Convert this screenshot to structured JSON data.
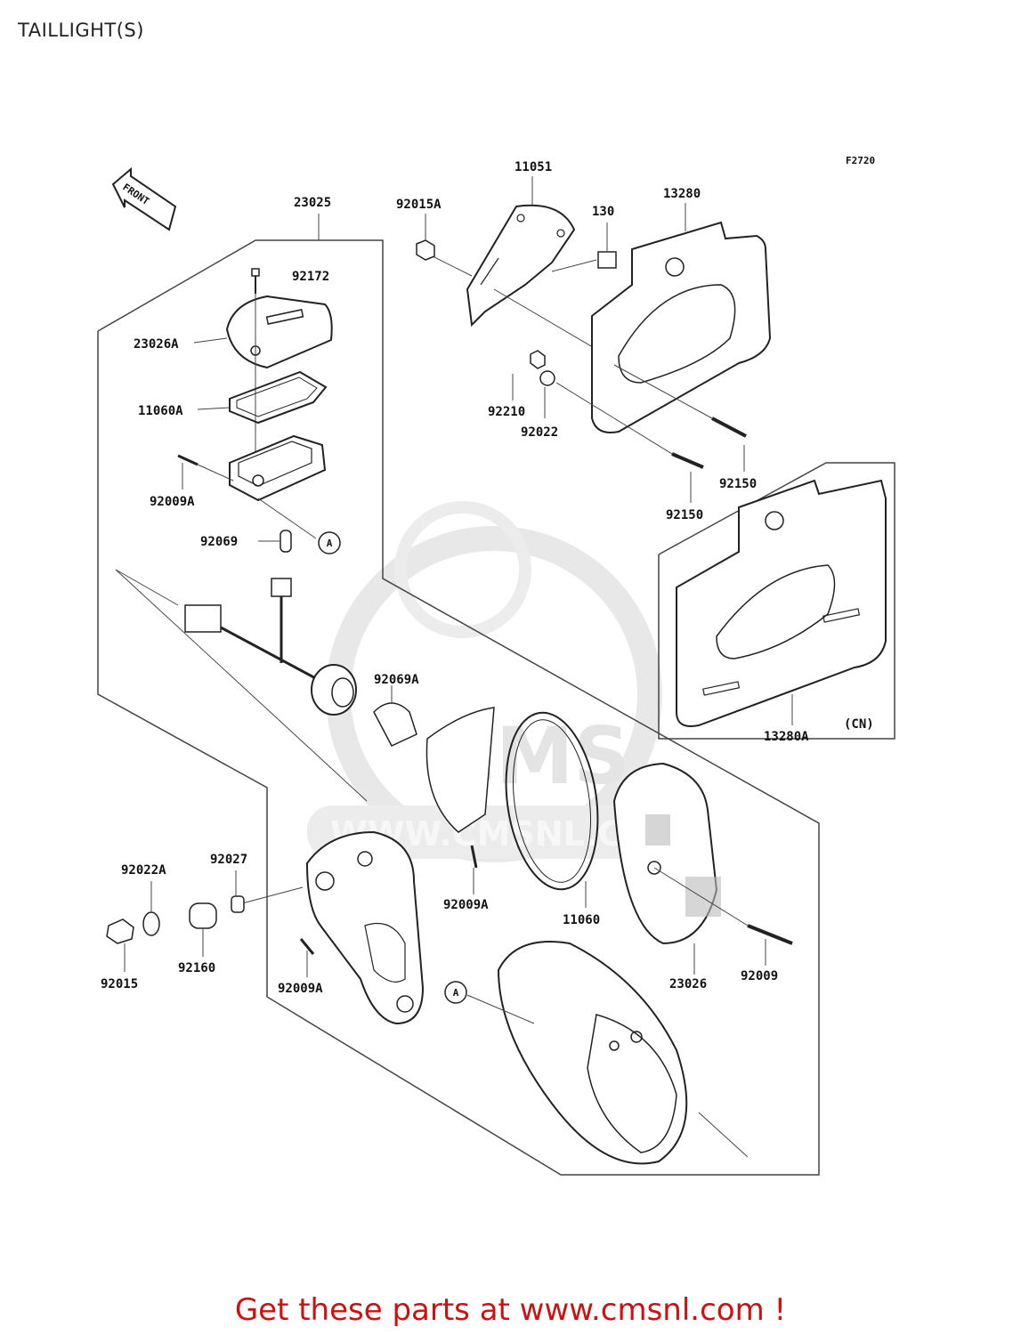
{
  "title": "TAILLIGHT(S)",
  "figure_code": "F2720",
  "front_label": "FRONT",
  "watermark": {
    "brand": "CMS",
    "url": "WWW.CMSNL.COM"
  },
  "callout": "A",
  "parts": {
    "p23025": "23025",
    "p92172": "92172",
    "p23026A": "23026A",
    "p11060A": "11060A",
    "p92009A_top": "92009A",
    "p92069": "92069",
    "p11051": "11051",
    "p92015A": "92015A",
    "p130": "130",
    "p13280": "13280",
    "p92210": "92210",
    "p92022": "92022",
    "p92150_right": "92150",
    "p92150_left": "92150",
    "p92069A": "92069A",
    "p13280A": "13280A",
    "p_cn": "(CN)",
    "p92022A": "92022A",
    "p92027": "92027",
    "p92009A_mid": "92009A",
    "p11060": "11060",
    "p23026": "23026",
    "p92009": "92009",
    "p92015": "92015",
    "p92160": "92160",
    "p92009A_bottom": "92009A"
  },
  "footer": {
    "text": "Get these parts at www.cmsnl.com !"
  },
  "colors": {
    "footer": "#cc1111",
    "line": "#333333",
    "watermark": "#e4e4e4"
  }
}
